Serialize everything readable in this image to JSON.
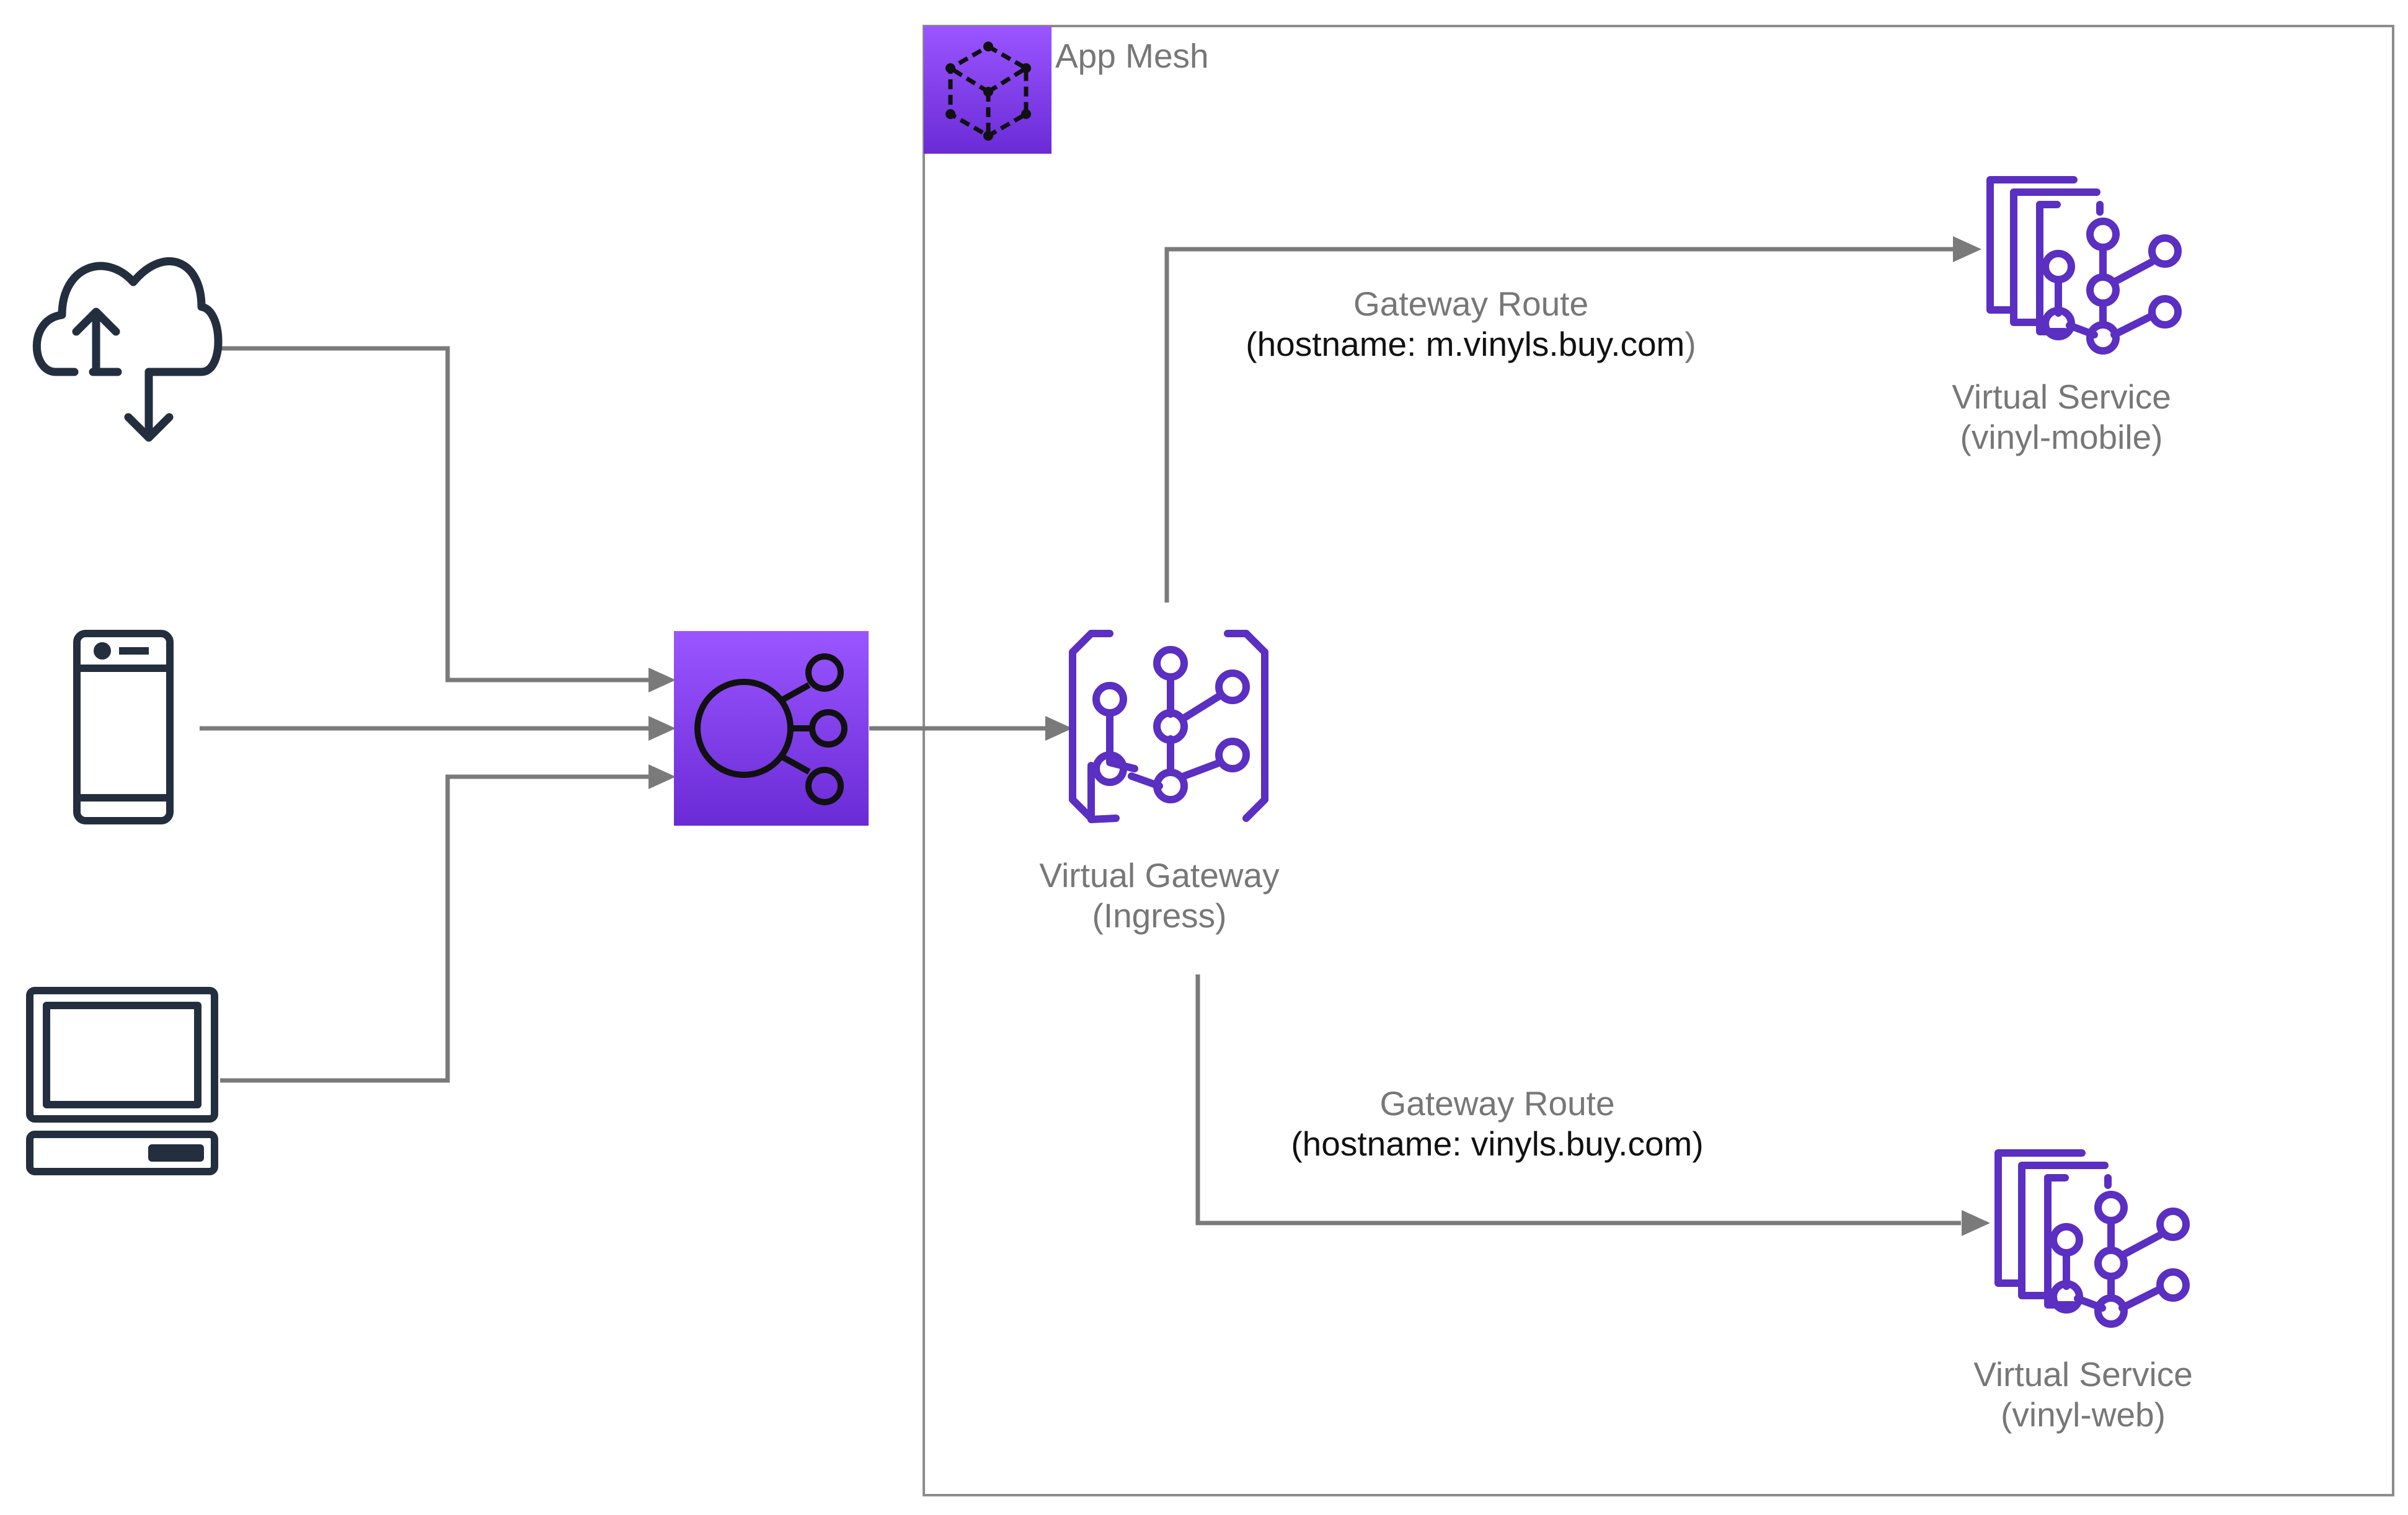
{
  "colors": {
    "connector": "#7a7a7a",
    "service_purple": "#5a2fc2",
    "tile_gradient_top": "#9a55ff",
    "tile_gradient_bottom": "#6a2bd6",
    "icon_dark": "#232f3e",
    "label_gray": "#777777",
    "label_dark": "#111111",
    "frame_border": "#8c8c8c"
  },
  "mesh": {
    "title": "App Mesh",
    "icon": "app-mesh-icon"
  },
  "clients": [
    {
      "name": "cloud-client",
      "icon": "cloud-upload-download-icon"
    },
    {
      "name": "mobile-client",
      "icon": "mobile-phone-icon"
    },
    {
      "name": "desktop-client",
      "icon": "desktop-computer-icon"
    }
  ],
  "load_balancer": {
    "icon": "elastic-load-balancer-icon"
  },
  "virtual_gateway": {
    "icon": "virtual-gateway-icon",
    "label_line1": "Virtual Gateway",
    "label_line2": "(Ingress)"
  },
  "routes": [
    {
      "name": "gateway-route-mobile",
      "title": "Gateway Route",
      "paren_open": "(",
      "detail": "hostname: m.vinyls.buy.com",
      "paren_close": ")"
    },
    {
      "name": "gateway-route-web",
      "title": "Gateway Route",
      "paren_open": "(",
      "detail": "hostname: vinyls.buy.com",
      "paren_close": ")"
    }
  ],
  "virtual_services": [
    {
      "icon": "virtual-service-icon",
      "label_line1": "Virtual Service",
      "label_line2": "(vinyl-mobile)"
    },
    {
      "icon": "virtual-service-icon",
      "label_line1": "Virtual Service",
      "label_line2": "(vinyl-web)"
    }
  ]
}
